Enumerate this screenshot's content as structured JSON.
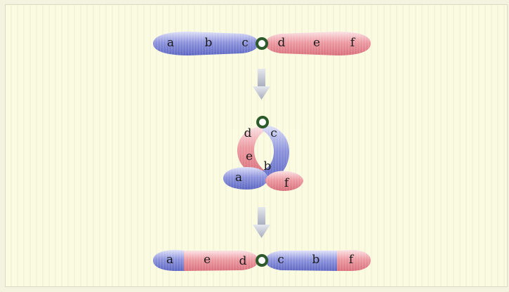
{
  "top_row": {
    "segments": [
      "a",
      "b",
      "c",
      "d",
      "e",
      "f"
    ]
  },
  "middle": {
    "labels": [
      "d",
      "c",
      "e",
      "b",
      "a",
      "f"
    ]
  },
  "bottom_row": {
    "segments": [
      "a",
      "e",
      "d",
      "c",
      "b",
      "f"
    ]
  },
  "colors": {
    "blue": "#7f86d6",
    "blue_light": "#c8cbf0",
    "red": "#e58e96",
    "red_light": "#f8d6da",
    "centromere": "#2d5a2a",
    "arrow": "#b9bdc9"
  }
}
